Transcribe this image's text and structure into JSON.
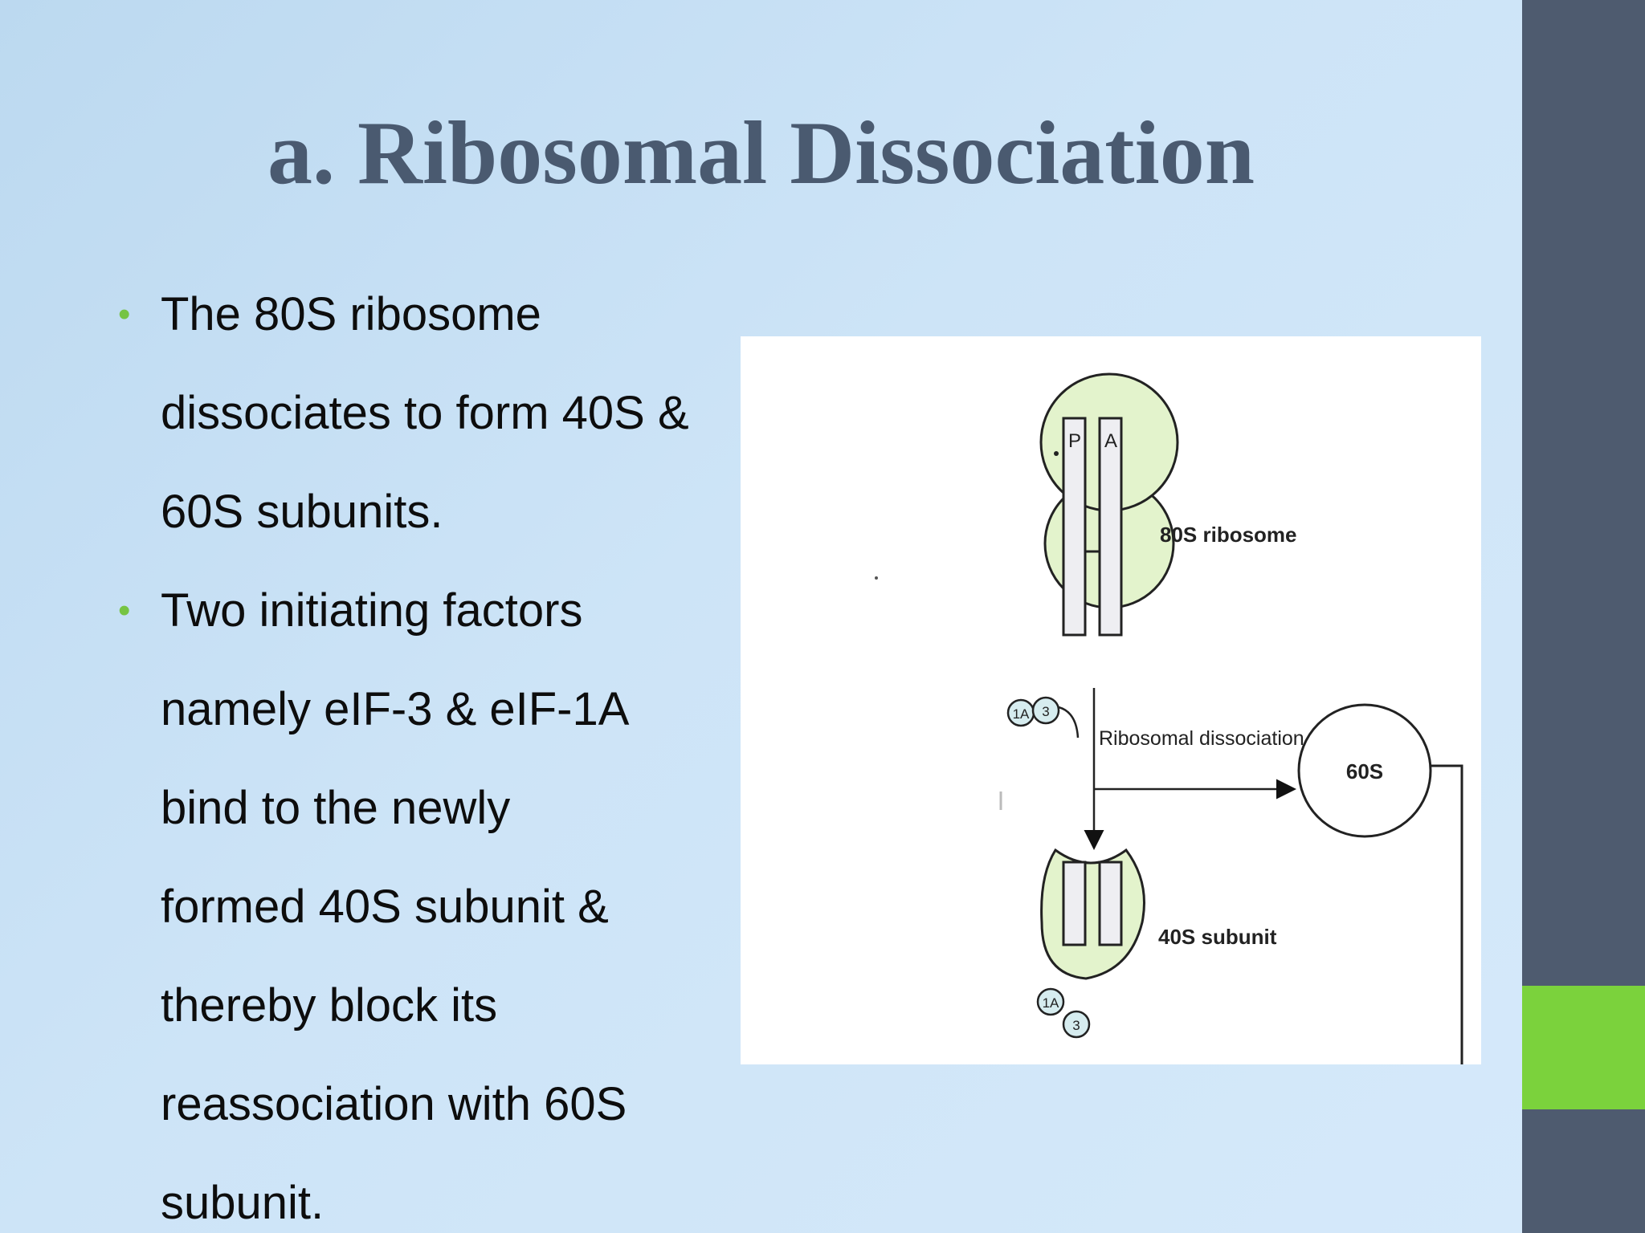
{
  "slide": {
    "title": "a. Ribosomal Dissociation",
    "bullets": [
      {
        "lines": [
          "The 80S ribosome",
          "dissociates to form 40S &",
          "60S subunits."
        ]
      },
      {
        "lines": [
          "Two initiating factors",
          "namely eIF-3 & eIF-1A",
          "bind to the newly",
          "formed 40S subunit &",
          "thereby block its",
          "reassociation with 60S",
          "subunit."
        ]
      }
    ]
  },
  "figure": {
    "label_80s": "80S ribosome",
    "label_dissociation": "Ribosomal dissociation",
    "label_60s": "60S",
    "label_40s": "40S subunit",
    "site_p": "P",
    "site_a": "A",
    "factor_1a": "1A",
    "factor_3": "3"
  },
  "colors": {
    "sidebar": "#4e5b6f",
    "accent": "#7bd23c",
    "title": "#4a5a70",
    "subunit_fill": "#e3f3cc"
  }
}
